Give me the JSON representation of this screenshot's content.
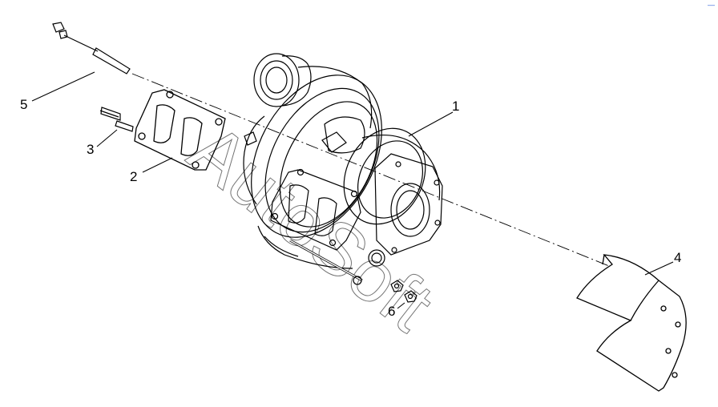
{
  "diagram": {
    "callouts": [
      {
        "id": "1",
        "label": "1"
      },
      {
        "id": "2",
        "label": "2"
      },
      {
        "id": "3",
        "label": "3"
      },
      {
        "id": "4",
        "label": "4"
      },
      {
        "id": "5",
        "label": "5"
      },
      {
        "id": "6",
        "label": "6"
      }
    ],
    "watermark": "AutoSoft",
    "line_color": "#000000",
    "corner_mark_color": "#2b5fd9"
  }
}
